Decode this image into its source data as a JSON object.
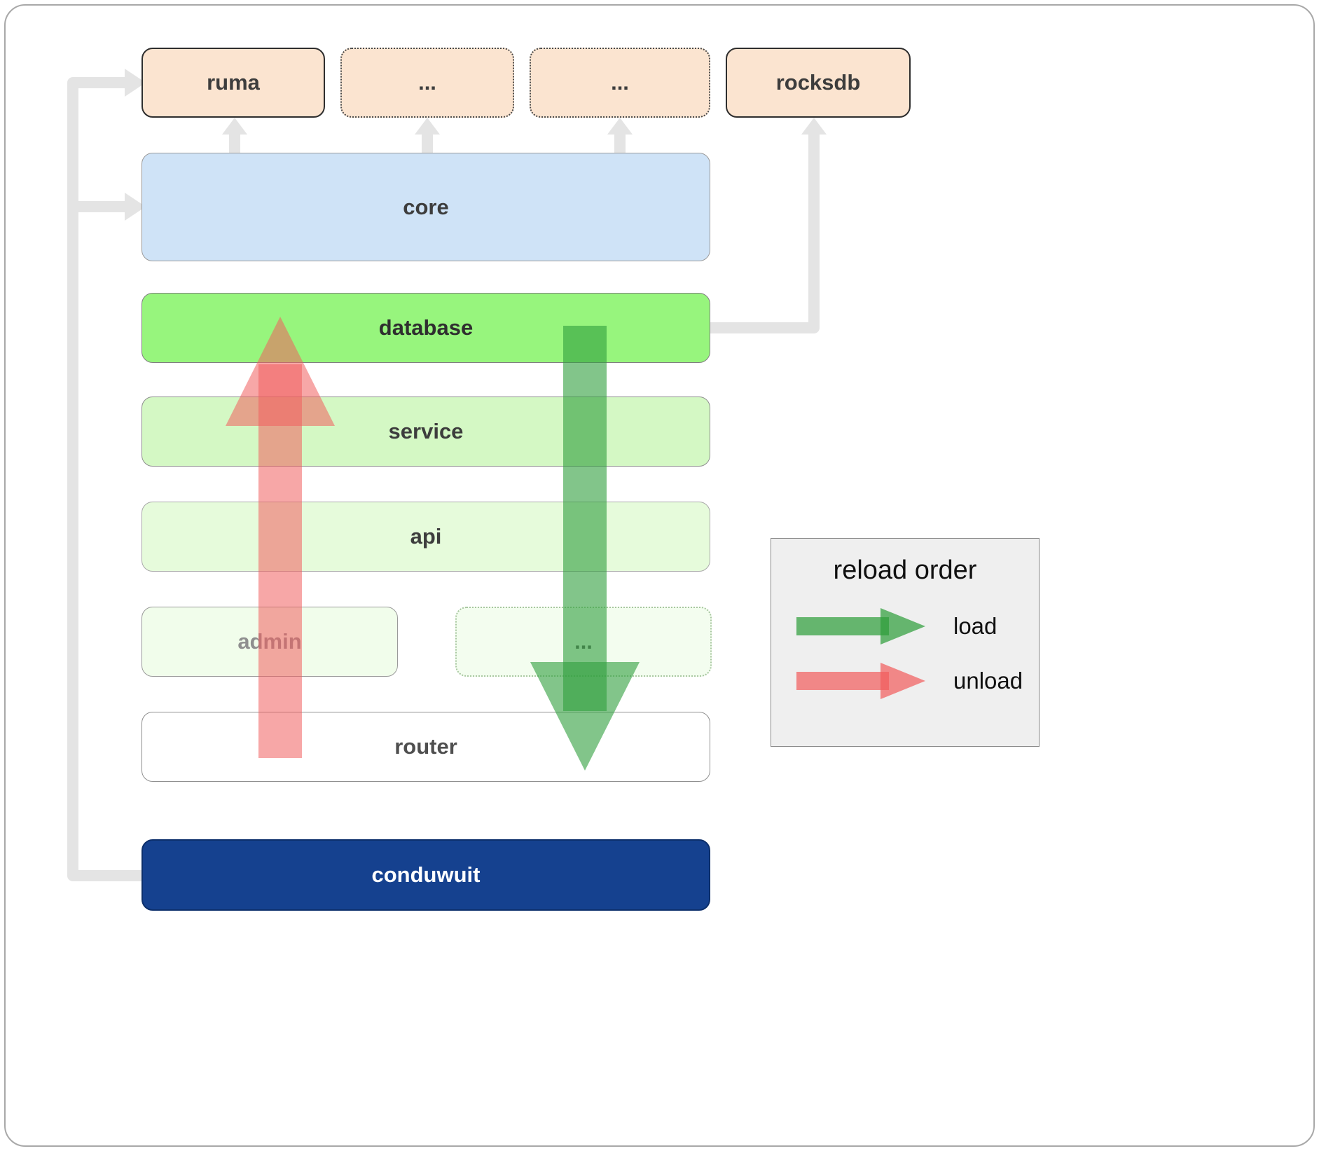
{
  "boxes": {
    "ruma": "ruma",
    "ellipsis1": "...",
    "ellipsis2": "...",
    "rocksdb": "rocksdb",
    "core": "core",
    "database": "database",
    "service": "service",
    "api": "api",
    "admin": "admin",
    "ellipsis3": "...",
    "router": "router",
    "conduwuit": "conduwuit"
  },
  "legend": {
    "title": "reload order",
    "items": [
      {
        "label": "load",
        "color": "#2f9e3c"
      },
      {
        "label": "unload",
        "color": "#f15e5e"
      }
    ]
  },
  "colors": {
    "peach_fill": "#fbe4d0",
    "core_fill": "#cfe3f7",
    "database_fill": "#97f57d",
    "service_fill": "#d4f8c4",
    "api_fill": "#e6fbdb",
    "admin_fill": "#f1fdeb",
    "router_fill": "#ffffff",
    "conduwuit_fill": "#15418f",
    "connector_gray": "#e4e4e4",
    "load_green": "#2f9e3c",
    "unload_red": "#f15e5e",
    "legend_bg": "#efefef"
  }
}
